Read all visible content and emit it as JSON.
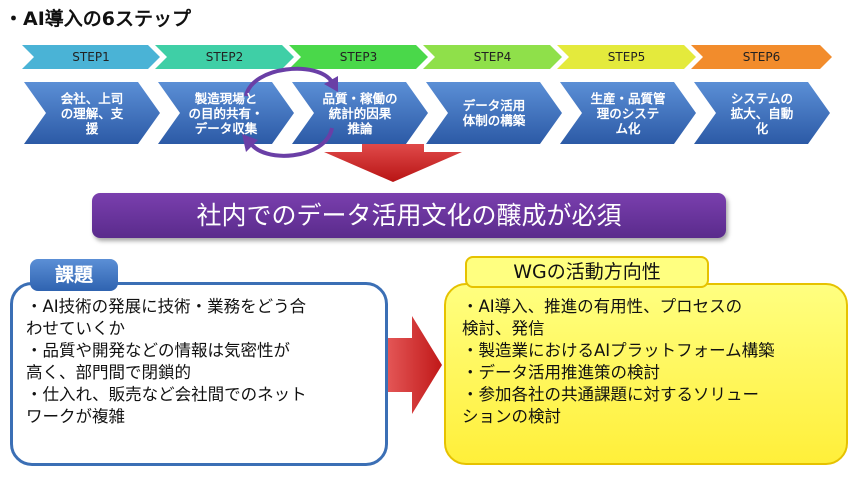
{
  "title": "・AI導入の6ステップ",
  "steps": [
    {
      "label": "STEP1",
      "body": "会社、上司\nの理解、支\n援"
    },
    {
      "label": "STEP2",
      "body": "製造現場と\nの目的共有・\nデータ収集"
    },
    {
      "label": "STEP3",
      "body": "品質・稼働の\n統計的因果\n推論"
    },
    {
      "label": "STEP4",
      "body": "データ活用\n体制の構築"
    },
    {
      "label": "STEP5",
      "body": "生産・品質管\n理のシステ\nム化"
    },
    {
      "label": "STEP6",
      "body": "システムの\n拡大、自動\n化"
    }
  ],
  "step_colors": [
    "#4ab3d6",
    "#3fcfa6",
    "#4ad84a",
    "#8fe04a",
    "#e4ea3c",
    "#f28c2c"
  ],
  "banner": "社内でのデータ活用文化の醸成が必須",
  "issues": {
    "tag": "課題",
    "items": [
      "・AI技術の発展に技術・業務をどう合\nわせていくか",
      "・品質や開発などの情報は気密性が\n高く、部門間で閉鎖的",
      "・仕入れ、販売など会社間でのネット\nワークが複雑"
    ]
  },
  "wg": {
    "tag": "WGの活動方向性",
    "items": [
      "・AI導入、推進の有用性、プロセスの\n検討、発信",
      "・製造業におけるAIプラットフォーム構築",
      "・データ活用推進策の検討",
      "・参加各社の共通課題に対するソリュー\nションの検討"
    ]
  }
}
